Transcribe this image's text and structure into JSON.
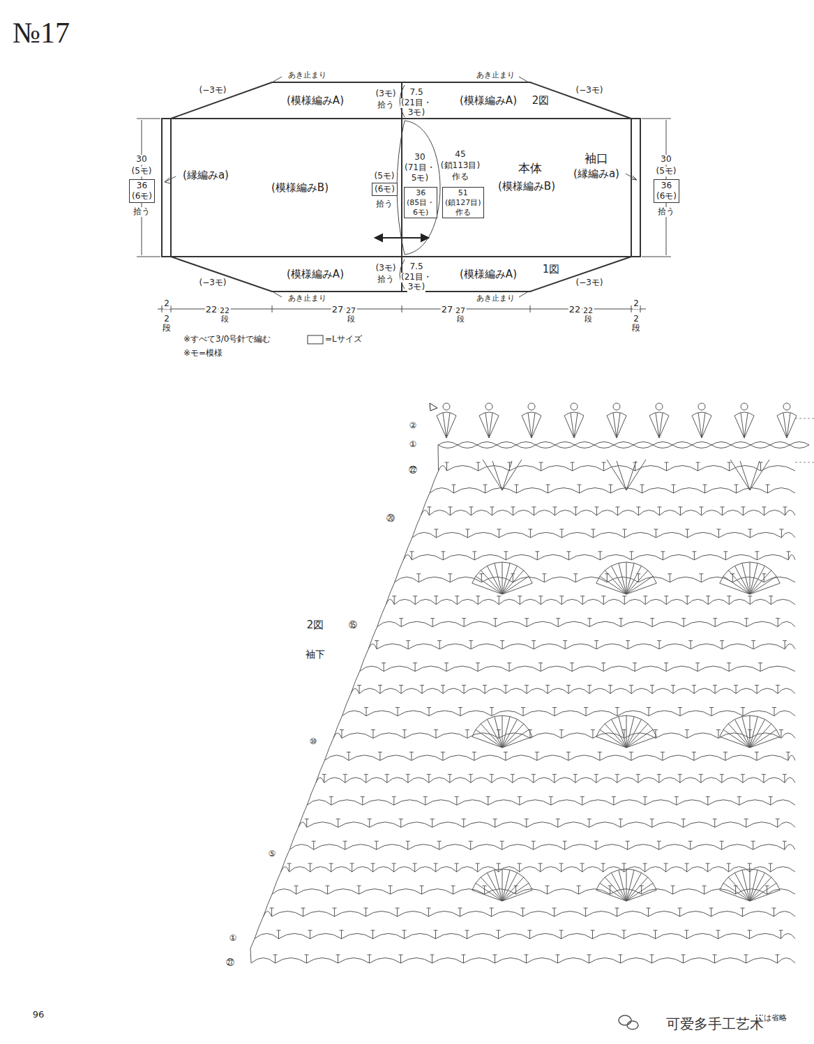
{
  "diagram": {
    "title": "№17",
    "nodes": [
      {
        "text": [
          "36",
          "(6モ)"
        ]
      },
      {
        "text": [
          "(6モ)"
        ]
      },
      {
        "text": [
          "36",
          "(85目・",
          "6モ)"
        ]
      },
      {
        "text": [
          "51",
          "(鎖127目)",
          "作る"
        ]
      },
      {
        "text": [
          "36",
          "(6モ)"
        ]
      }
    ],
    "labels": [
      "あき止まり",
      "あき止まり",
      "あき止まり",
      "あき止まり",
      "(−3モ)",
      "(−3モ)",
      "(−3モ)",
      "(−3モ)",
      "(模様編みA)",
      "(模様編みA)",
      "2図",
      "(模様編みA)",
      "(模様編みA)",
      "1図",
      "(3モ)",
      "拾う",
      "7.5",
      "(21目・",
      "3モ)",
      "(3モ)",
      "拾う",
      "7.5",
      "(21目・",
      "3モ)",
      "30",
      "(5モ)",
      "拾う",
      "30",
      "(5モ)",
      "拾う",
      "(縁編みa)",
      "(模様編みB)",
      "(縁編みa)",
      "(模様編みB)",
      "本体",
      "袖口",
      "(5モ)",
      "拾う",
      "30",
      "(71目・",
      "5モ)",
      "45",
      "(鎖113目)",
      "作る",
      "2",
      "2段",
      "22",
      "22段",
      "27",
      "27段",
      "27",
      "27段",
      "22",
      "22段",
      "2",
      "2段",
      "※すべて3/0号針で編む",
      "※モ=模様",
      "2図",
      "袖下",
      "②",
      "①",
      "㉒",
      "⑳",
      "⑮",
      "⑩",
      "⑤",
      "①",
      "㉗",
      "MIは省略",
      "96",
      "可爱多手工艺术"
    ],
    "legend": [
      {
        "text": "=Lサイズ"
      }
    ]
  }
}
